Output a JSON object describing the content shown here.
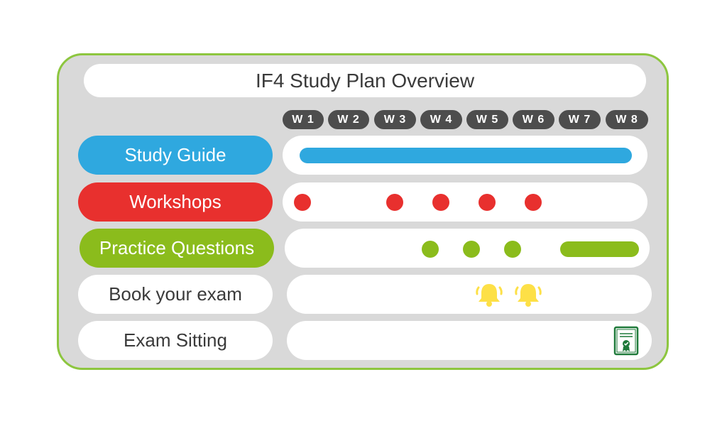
{
  "title": "IF4 Study Plan Overview",
  "weeks": [
    "W 1",
    "W 2",
    "W 3",
    "W 4",
    "W 5",
    "W 6",
    "W 7",
    "W 8"
  ],
  "colors": {
    "blue": "#2fa8df",
    "red": "#e8302e",
    "green": "#8bbc1c",
    "yellow": "#fde047",
    "cert": "#1f7a3a",
    "panel_border": "#8dc63f"
  },
  "rows": [
    {
      "label": "Study Guide",
      "activity": "bar",
      "weeks_covered": [
        1,
        8
      ]
    },
    {
      "label": "Workshops",
      "activity": "dots",
      "weeks": [
        1,
        3,
        4,
        5,
        6
      ]
    },
    {
      "label": "Practice Questions",
      "activity": "dots+bar",
      "weeks": [
        4,
        5,
        6
      ],
      "bar_weeks": [
        7,
        8
      ]
    },
    {
      "label": "Book your exam",
      "activity": "bell-icons",
      "icon": "bell-icon",
      "count": 2
    },
    {
      "label": "Exam Sitting",
      "activity": "certificate-icon",
      "icon": "certificate-icon"
    }
  ]
}
